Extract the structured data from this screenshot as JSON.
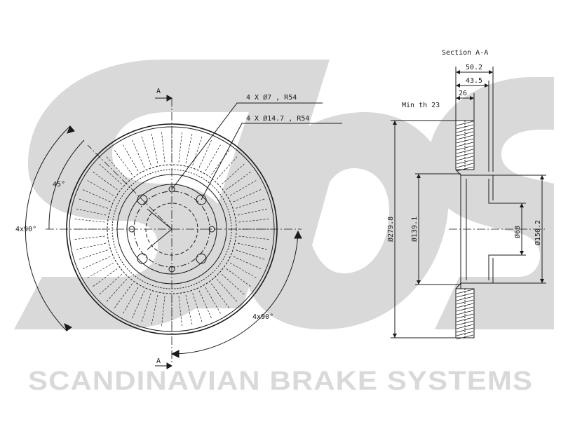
{
  "watermark": {
    "registered_mark": "®",
    "brand_line": "SCANDINAVIAN BRAKE SYSTEMS",
    "color": "#d9d9d9"
  },
  "front_view": {
    "section_marker": "A",
    "bolt_hole_label": "4 X Ø7 , R54",
    "stud_hole_label": "4 X Ø14.7 , R54",
    "angle_label": "45°",
    "left_spacing_label": "4x90°",
    "right_spacing_label": "4x90°"
  },
  "section_view": {
    "title": "Section A-A",
    "min_thickness_label": "Min th 23",
    "dim_50_2": "50.2",
    "dim_43_5": "43.5",
    "dim_26": "26",
    "dim_279_8": "Ø279.8",
    "dim_139_1": "Ø139.1",
    "dim_68": "Ø68",
    "dim_150_2": "Ø150.2"
  },
  "colors": {
    "line": "#1a1a1a",
    "watermark": "#d9d9d9"
  }
}
